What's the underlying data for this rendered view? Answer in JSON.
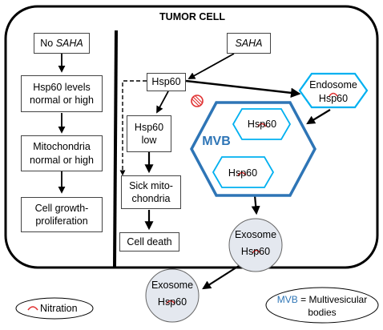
{
  "title": "TUMOR CELL",
  "no_saha": {
    "prefix": "No ",
    "drug": "SAHA"
  },
  "left_column": [
    "Hsp60 levels normal or high",
    "Mitochondria normal or high",
    "Cell growth-proliferation"
  ],
  "saha": "SAHA",
  "hsp60": "Hsp60",
  "hsp60_low": "Hsp60 low",
  "sick_mito": "Sick mito-chondria",
  "cell_death": "Cell death",
  "endosome": {
    "title": "Endosome",
    "protein": "Hsp60"
  },
  "mvb": {
    "label": "MVB",
    "inner": [
      "Hsp60",
      "Hsp60"
    ]
  },
  "exosome_inside": {
    "title": "Exosome",
    "protein": "Hsp60"
  },
  "exosome_outside": {
    "title": "Exosome",
    "protein": "Hsp60"
  },
  "legend_nitration": "Nitration",
  "legend_mvb": {
    "abbr": "MVB",
    "definition": "= Multivesicular bodies"
  },
  "colors": {
    "blue": "#2e75b6",
    "light_blue": "#00b0f0",
    "red": "#e03030",
    "grey_fill": "#e4e8ef"
  }
}
